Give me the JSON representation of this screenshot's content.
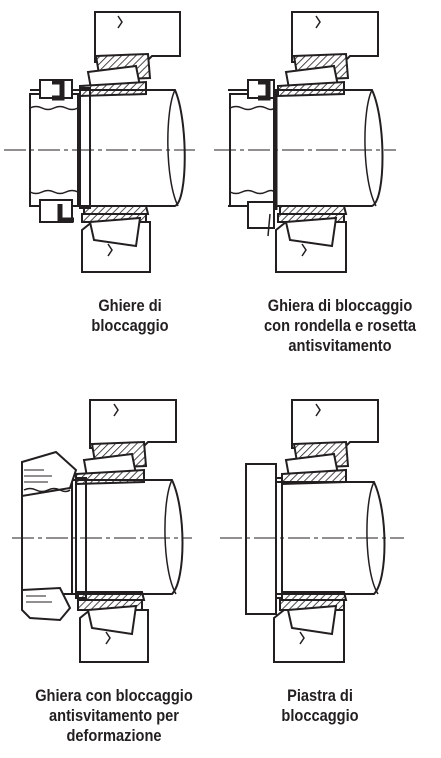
{
  "captions": [
    {
      "lines": [
        "Ghiere di",
        "bloccaggio"
      ]
    },
    {
      "lines": [
        "Ghiera di bloccaggio",
        "con rondella e  rosetta",
        "antisvitamento"
      ]
    },
    {
      "lines": [
        "Ghiera con bloccaggio",
        "antisvitamento per",
        "deformazione"
      ]
    },
    {
      "lines": [
        "Piastra di",
        "bloccaggio"
      ]
    }
  ],
  "colors": {
    "ink": "#231f20",
    "paper": "#ffffff"
  }
}
